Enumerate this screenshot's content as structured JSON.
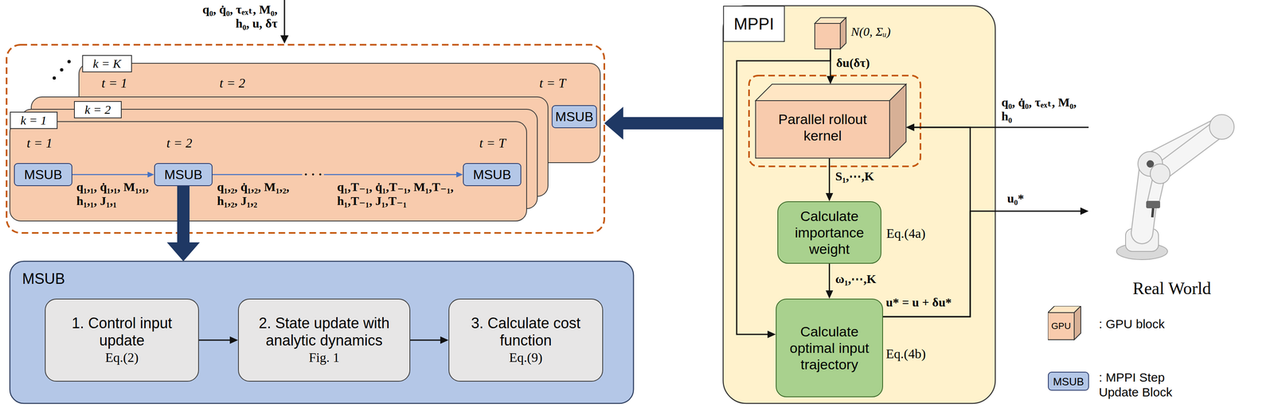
{
  "diagram": {
    "nodes": [
      {
        "text": []
      },
      {
        "text": [
          "k = K",
          "t = 1",
          "t = 2",
          "t = T"
        ],
        "in": 0
      },
      {
        "text": [
          "MSUB"
        ],
        "in": 1
      },
      {
        "text": [],
        "in": 0
      },
      {
        "text": [
          "k = 2"
        ],
        "in": 0
      },
      {
        "text": [
          "k = 1",
          "t = 1",
          "t = 2",
          "t = T"
        ],
        "in": 0
      },
      {
        "text": [
          "MSUB"
        ],
        "in": 5
      },
      {
        "text": [
          "MSUB"
        ],
        "in": 5
      },
      {
        "text": [
          "MSUB"
        ],
        "in": 5
      },
      {
        "text": [
          "MSUB"
        ]
      },
      {
        "text": [
          "1. Control input update",
          "Eq.(2)"
        ],
        "in": 9
      },
      {
        "text": [
          "2. State update with analytic dynamics",
          "Fig. 1"
        ],
        "in": 9
      },
      {
        "text": [
          "3. Calculate cost function",
          "Eq.(9)"
        ],
        "in": 9
      },
      {
        "text": [
          "MPPI"
        ]
      },
      {
        "text": [
          "N(0, Σᵤ)"
        ],
        "in": 13
      },
      {
        "text": [
          "Parallel rollout kernel"
        ],
        "in": 13
      },
      {
        "text": [
          "Calculate importance weight",
          "Eq.(4a)"
        ],
        "in": 13
      },
      {
        "text": [
          "Calculate optimal input trajectory",
          "u* = u + δu*",
          "Eq.(4b)"
        ],
        "in": 13
      },
      {
        "text": [
          "Real World"
        ]
      }
    ],
    "edges": [
      {
        "from": 6,
        "to": 7,
        "arrow": "to",
        "label": "q₁,₁, q̇₁,₁, M₁,₁, h₁,₁, J₁,₁"
      },
      {
        "from": 7,
        "to": 8,
        "arrow": "to",
        "label": "q₁,₂, q̇₁,₂, M₁,₂, h₁,₂, J₁,₂"
      },
      {
        "from": 7,
        "to": 9,
        "arrow": "to"
      },
      {
        "from": 10,
        "to": 11,
        "arrow": "to"
      },
      {
        "from": 11,
        "to": 12,
        "arrow": "to"
      },
      {
        "from": 13,
        "to": 0,
        "arrow": "to"
      },
      {
        "from": 14,
        "to": 15,
        "arrow": "to",
        "label": "δu(δτ)"
      },
      {
        "from": 14,
        "to": 17,
        "arrow": "to"
      },
      {
        "from": 15,
        "to": 16,
        "arrow": "to",
        "label": "S₁,⋯,K"
      },
      {
        "from": 16,
        "to": 17,
        "arrow": "to",
        "label": "ω₁,⋯,K"
      },
      {
        "from": 17,
        "to": 15,
        "arrow": "to"
      },
      {
        "from": 17,
        "to": 18,
        "arrow": "to",
        "label": "u₀*"
      },
      {
        "from": 18,
        "to": 15,
        "arrow": "to",
        "label": "q₀, q̇₀, τₑₓₜ, M₀, h₀"
      }
    ],
    "labels": [
      "q₀, q̇₀, τₑₓₜ, M₀, h₀, u, δτ",
      "· · ·",
      "q₁,T₋₁, q̇₁,T₋₁, M₁,T₋₁, h₁,T₋₁, J₁,T₋₁",
      "GPU",
      "MSUB"
    ],
    "legend": [
      {
        "text": ": GPU block",
        "color": "#f8cbad"
      },
      {
        "text": ": MPPI Step Update Block",
        "color": "#b4c7e7"
      }
    ]
  }
}
